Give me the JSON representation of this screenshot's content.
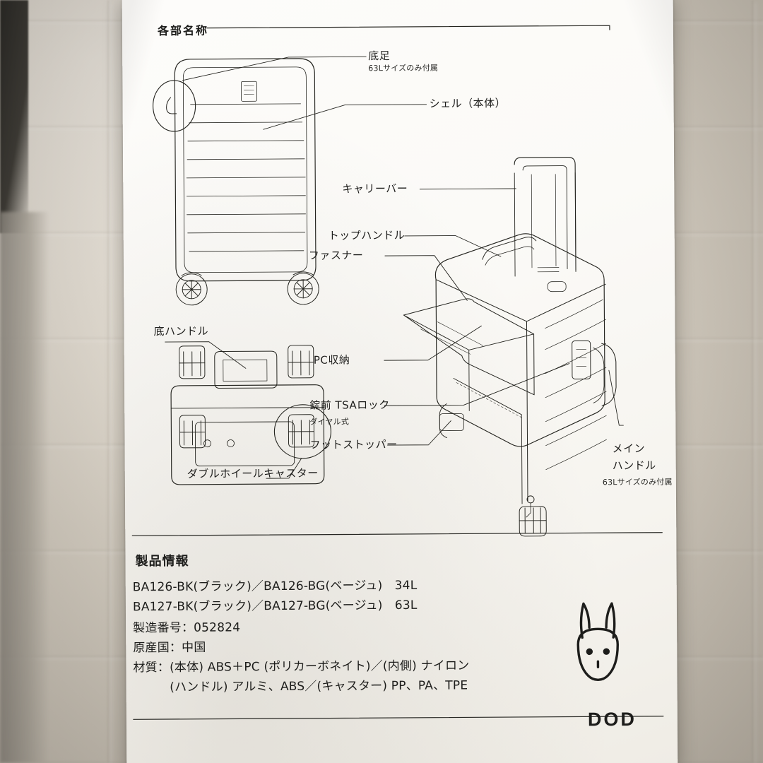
{
  "document": {
    "section_title": "各部名称",
    "diagram_labels": [
      {
        "id": "bottom-foot",
        "text": "底足",
        "note": "63Lサイズのみ付属"
      },
      {
        "id": "shell",
        "text": "シェル（本体）",
        "note": ""
      },
      {
        "id": "carry-bar",
        "text": "キャリーバー",
        "note": ""
      },
      {
        "id": "top-handle",
        "text": "トップハンドル",
        "note": ""
      },
      {
        "id": "fastener",
        "text": "ファスナー",
        "note": ""
      },
      {
        "id": "pc-storage",
        "text": "PC収納",
        "note": ""
      },
      {
        "id": "tsa-lock",
        "text": "錠前 TSAロック",
        "note": "ダイヤル式"
      },
      {
        "id": "foot-stopper",
        "text": "フットストッパー",
        "note": ""
      },
      {
        "id": "main-handle",
        "text": "メイン\nハンドル",
        "note": "63Lサイズのみ付属"
      },
      {
        "id": "bottom-handle",
        "text": "底ハンドル",
        "note": ""
      },
      {
        "id": "double-wheel-caster",
        "text": "ダブルホイールキャスター",
        "note": ""
      }
    ],
    "main_handle_line1": "メイン",
    "main_handle_line2": "ハンドル",
    "main_handle_note": "63Lサイズのみ付属",
    "product_info": {
      "heading": "製品情報",
      "lines": [
        "BA126-BK(ブラック)／BA126-BG(ベージュ)　34L",
        "BA127-BK(ブラック)／BA127-BG(ベージュ)　63L",
        "製造番号：052824",
        "原産国：中国",
        "材質：(本体) ABS＋PC (ポリカーボネイト)／(内側) ナイロン",
        "　　　(ハンドル) アルミ、ABS／(キャスター) PP、PA、TPE"
      ]
    },
    "brand": {
      "name": "DOD",
      "mark": "rabbit-logo"
    }
  },
  "colors": {
    "ink": "#1d1d1b",
    "paper": "#fbfaf7",
    "background": "#d5cec2"
  }
}
